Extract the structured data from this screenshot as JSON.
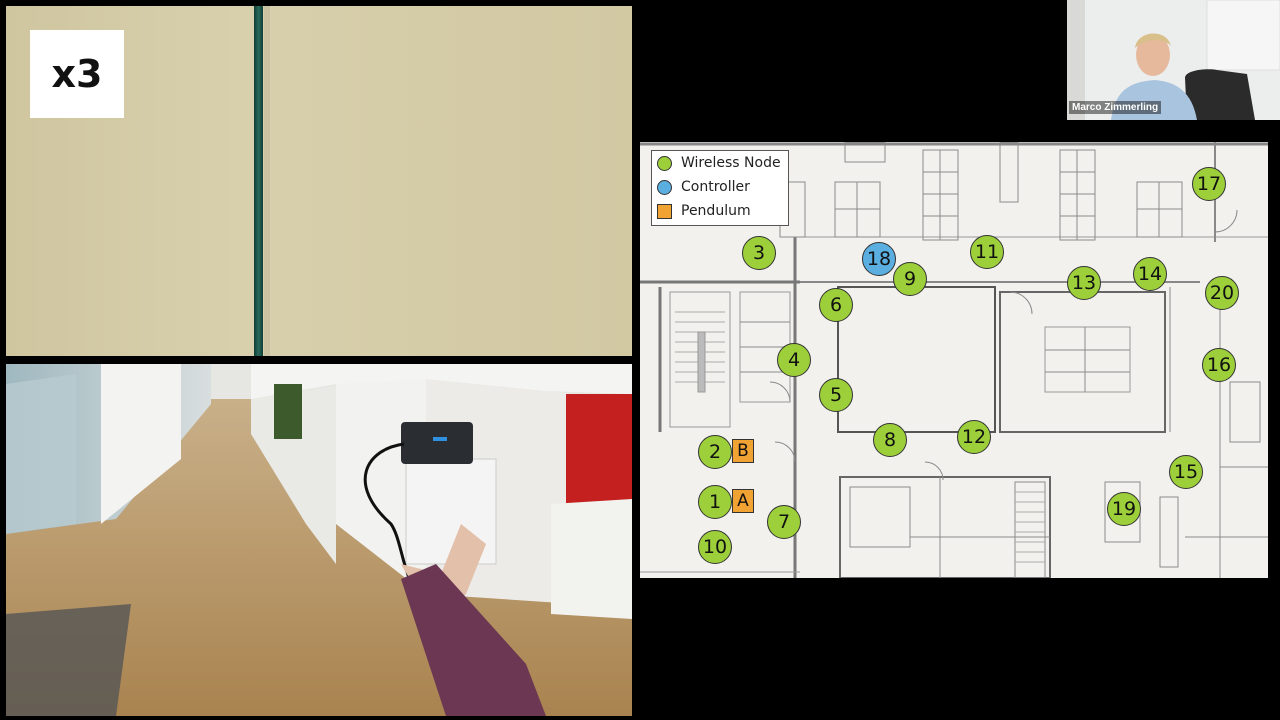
{
  "overlay": {
    "speed_label": "x3"
  },
  "webcam": {
    "participant_name": "Marco Zimmerling"
  },
  "legend": [
    {
      "label": "Wireless Node",
      "color": "#9ccf3a",
      "shape": "circle"
    },
    {
      "label": "Controller",
      "color": "#5aaee0",
      "shape": "circle"
    },
    {
      "label": "Pendulum",
      "color": "#f0a232",
      "shape": "square"
    }
  ],
  "nodes": [
    "1",
    "2",
    "3",
    "4",
    "5",
    "6",
    "7",
    "8",
    "9",
    "10",
    "11",
    "12",
    "13",
    "14",
    "15",
    "16",
    "17",
    "18",
    "19",
    "20"
  ],
  "controller_node": "18",
  "pendulums": [
    "A",
    "B"
  ],
  "colors": {
    "wireless_node": "#9ccf3a",
    "controller": "#5aaee0",
    "pendulum": "#f0a232"
  }
}
